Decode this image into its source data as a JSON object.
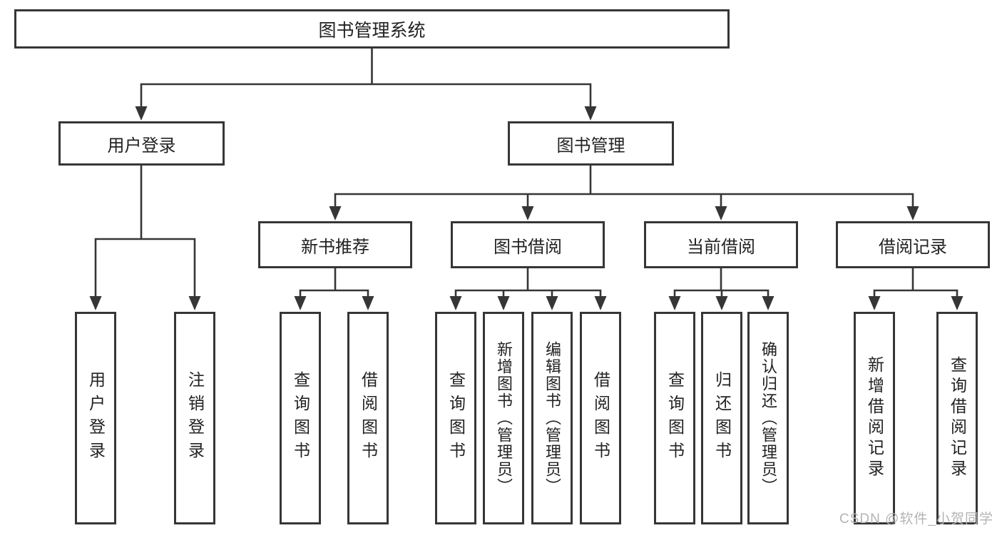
{
  "tree": {
    "root": "图书管理系统",
    "branches": [
      {
        "label": "用户登录",
        "children": [
          "用户登录",
          "注销登录"
        ]
      },
      {
        "label": "图书管理",
        "sections": [
          {
            "label": "新书推荐",
            "children": [
              "查询图书",
              "借阅图书"
            ]
          },
          {
            "label": "图书借阅",
            "children": [
              "查询图书",
              "新增图书（管理员）",
              "编辑图书（管理员）",
              "借阅图书"
            ]
          },
          {
            "label": "当前借阅",
            "children": [
              "查询图书",
              "归还图书",
              "确认归还（管理员）"
            ]
          },
          {
            "label": "借阅记录",
            "children": [
              "新增借阅记录",
              "查询借阅记录"
            ]
          }
        ]
      }
    ]
  },
  "watermark": {
    "text": "CSDN @软件_小贺同学"
  },
  "colors": {
    "line": "#363636",
    "text": "#222222",
    "watermark": "#b4b4b4",
    "background": "#ffffff"
  }
}
